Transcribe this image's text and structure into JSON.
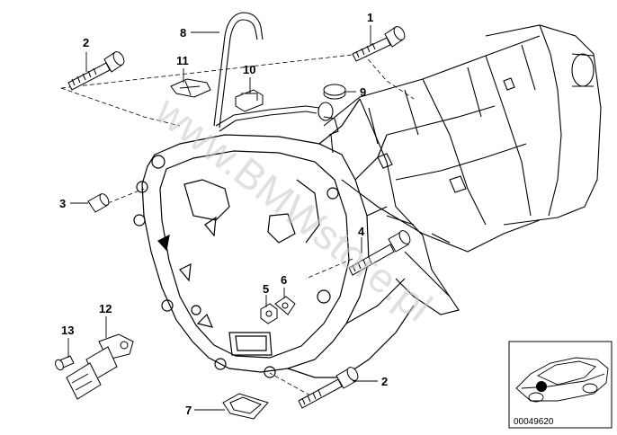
{
  "callouts": {
    "c1": "1",
    "c2a": "2",
    "c2b": "2",
    "c3": "3",
    "c4": "4",
    "c5": "5",
    "c6": "6",
    "c7": "7",
    "c8": "8",
    "c9": "9",
    "c10": "10",
    "c11": "11",
    "c12": "12",
    "c13": "13"
  },
  "watermark": "www.BMWstore.pl",
  "reference_code": "00049620",
  "colors": {
    "line": "#000000",
    "watermark": "#c8c8c8",
    "marker": "#000000"
  }
}
